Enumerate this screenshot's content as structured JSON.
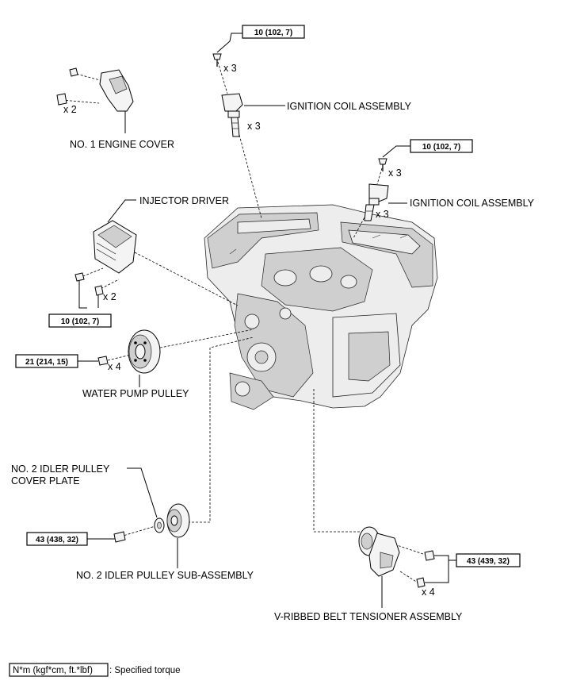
{
  "torques": {
    "coil_upper": "10 (102, 7)",
    "coil_lower": "10 (102, 7)",
    "injector_driver": "10 (102, 7)",
    "water_pump_pulley": "21 (214, 15)",
    "idler_pulley": "43 (438, 32)",
    "tensioner": "43 (439, 32)"
  },
  "quantities": {
    "coil_upper_bolt": "x 3",
    "coil_upper_coil": "x 3",
    "coil_lower_bolt": "x 3",
    "coil_lower_coil": "x 3",
    "engine_cover_nut": "x 2",
    "injector_nut": "x 2",
    "water_pump_bolt": "x 4",
    "tensioner_bolt": "x 4"
  },
  "labels": {
    "ignition_coil_upper": "IGNITION COIL ASSEMBLY",
    "ignition_coil_lower": "IGNITION COIL ASSEMBLY",
    "engine_cover": "NO. 1 ENGINE COVER",
    "injector_driver": "INJECTOR DRIVER",
    "water_pump_pulley": "WATER PUMP PULLEY",
    "idler_cover_plate_line1": "NO. 2 IDLER PULLEY",
    "idler_cover_plate_line2": "COVER PLATE",
    "idler_pulley": "NO. 2 IDLER PULLEY SUB-ASSEMBLY",
    "tensioner": "V-RIBBED BELT TENSIONER ASSEMBLY"
  },
  "legend": {
    "unit": "N*m (kgf*cm, ft.*lbf)",
    "text": ": Specified torque"
  }
}
